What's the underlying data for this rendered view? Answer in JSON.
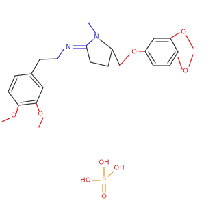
{
  "colors": {
    "bond": "#3b3b3b",
    "nitrogen": "#3636d6",
    "oxygen": "#e02020",
    "phosphorus": "#e69a2e",
    "hydrogen_on_oxygen": "#e02020"
  },
  "atoms": {
    "n_amine": "N",
    "n_ring": "N",
    "o_ether": "O",
    "o_dioxole_top": "O",
    "o_dioxole_bottom": "O",
    "o_methoxy_left": "O",
    "o_methoxy_right": "O",
    "p_oh_left": "HO",
    "p_center": "P",
    "p_oh_top": "OH",
    "p_oh_right": "OH",
    "p_o_double": "O"
  }
}
